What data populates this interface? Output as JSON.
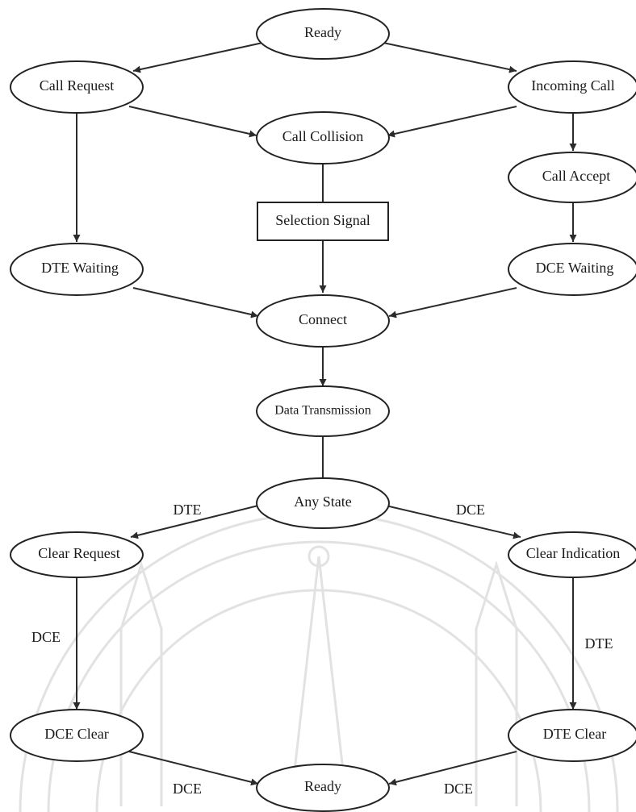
{
  "nodes": {
    "ready_top": "Ready",
    "call_request": "Call Request",
    "incoming_call": "Incoming Call",
    "call_collision": "Call Collision",
    "call_accept": "Call Accept",
    "selection_signal": "Selection Signal",
    "dte_waiting": "DTE Waiting",
    "dce_waiting": "DCE Waiting",
    "connect": "Connect",
    "data_transmission": "Data Transmission",
    "any_state": "Any State",
    "clear_request": "Clear Request",
    "clear_indication": "Clear Indication",
    "dce_clear": "DCE Clear",
    "dte_clear": "DTE Clear",
    "ready_bottom": "Ready"
  },
  "edge_labels": {
    "any_to_clear_request": "DTE",
    "any_to_clear_indication": "DCE",
    "clear_request_to_dce_clear": "DCE",
    "clear_indication_to_dte_clear": "DTE",
    "dce_clear_to_ready": "DCE",
    "dte_clear_to_ready": "DCE"
  },
  "colors": {
    "line": "#222222",
    "watermark": "#e2e2e2"
  }
}
